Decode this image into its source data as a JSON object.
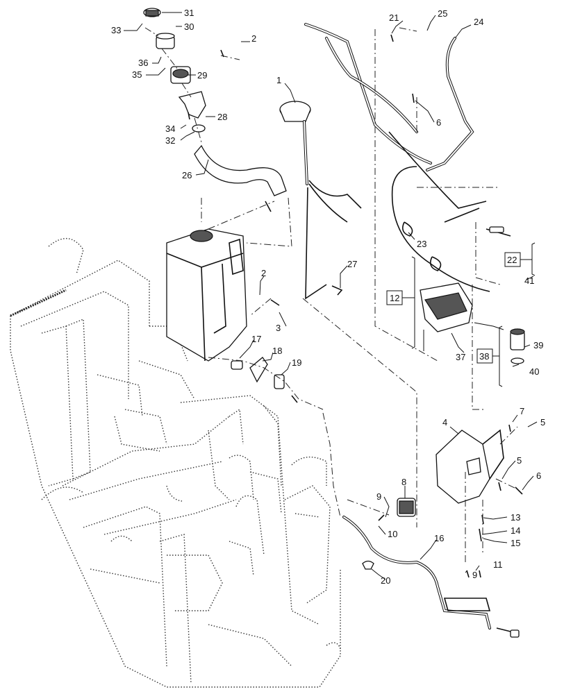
{
  "callouts": {
    "c1": "1",
    "c2a": "2",
    "c2b": "2",
    "c3": "3",
    "c4": "4",
    "c5a": "5",
    "c5b": "5",
    "c6a": "6",
    "c6b": "6",
    "c7": "7",
    "c8": "8",
    "c9a": "9",
    "c9b": "9",
    "c10": "10",
    "c11": "11",
    "c12": "12",
    "c13": "13",
    "c14": "14",
    "c15": "15",
    "c16": "16",
    "c17": "17",
    "c18": "18",
    "c19": "19",
    "c20": "20",
    "c21": "21",
    "c22": "22",
    "c23": "23",
    "c24": "24",
    "c25": "25",
    "c26": "26",
    "c27": "27",
    "c28": "28",
    "c29": "29",
    "c30": "30",
    "c31": "31",
    "c32": "32",
    "c33": "33",
    "c34": "34",
    "c35": "35",
    "c36": "36",
    "c37": "37",
    "c38": "38",
    "c39": "39",
    "c40": "40",
    "c41": "41"
  }
}
